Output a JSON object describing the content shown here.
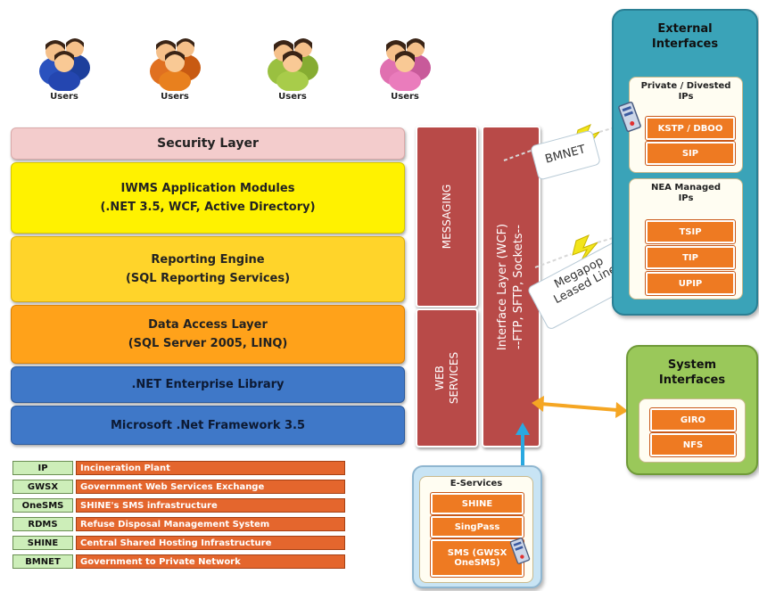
{
  "users": [
    {
      "label": "Users",
      "shirt": "#2a52be",
      "hair": "#3a2416"
    },
    {
      "label": "Users",
      "shirt": "#e07020",
      "hair": "#3a2416"
    },
    {
      "label": "Users",
      "shirt": "#9ac040",
      "hair": "#3a2416"
    },
    {
      "label": "Users",
      "shirt": "#e070b0",
      "hair": "#3a2416"
    }
  ],
  "layers": {
    "security": {
      "line1": "Security Layer",
      "color": "#f3cccc"
    },
    "iwms": {
      "line1": "IWMS Application Modules",
      "line2": "(.NET 3.5, WCF, Active Directory)",
      "color": "#fff200"
    },
    "reporting": {
      "line1": "Reporting Engine",
      "line2": "(SQL Reporting Services)",
      "color": "#ffd42a"
    },
    "data_access": {
      "line1": "Data Access Layer",
      "line2": "(SQL Server 2005, LINQ)",
      "color": "#ffa21a"
    },
    "enterprise": {
      "line1": ".NET Enterprise Library",
      "color": "#3f78c8"
    },
    "framework": {
      "line1": "Microsoft .Net Framework 3.5",
      "color": "#3f78c8"
    }
  },
  "bars": {
    "messaging": "MESSAGING",
    "web_services_1": "WEB",
    "web_services_2": "SERVICES",
    "interface_1": "Interface Layer (WCF)",
    "interface_2": "--FTP, SFTP, Sockets--"
  },
  "external": {
    "title_1": "External",
    "title_2": "Interfaces",
    "private_title_1": "Private / Divested",
    "private_title_2": "IPs",
    "private_items": [
      "KSTP / DBOO",
      "SIP"
    ],
    "nea_title_1": "NEA Managed",
    "nea_title_2": "IPs",
    "nea_items": [
      "TSIP",
      "TIP",
      "UPIP"
    ]
  },
  "links": {
    "bmnet": "BMNET",
    "megapop_1": "Megapop",
    "megapop_2": "Leased Line"
  },
  "system": {
    "title_1": "System",
    "title_2": "Interfaces",
    "items": [
      "GIRO",
      "NFS"
    ]
  },
  "eservices": {
    "title": "E-Services",
    "items": [
      "SHINE",
      "SingPass"
    ],
    "sms_1": "SMS (GWSX",
    "sms_2": "OneSMS)"
  },
  "legend": [
    {
      "abbr": "IP",
      "desc": "Incineration Plant"
    },
    {
      "abbr": "GWSX",
      "desc": "Government Web Services Exchange"
    },
    {
      "abbr": "OneSMS",
      "desc": "SHINE's SMS infrastructure"
    },
    {
      "abbr": "RDMS",
      "desc": "Refuse Disposal Management System"
    },
    {
      "abbr": "SHINE",
      "desc": "Central Shared Hosting Infrastructure"
    },
    {
      "abbr": "BMNET",
      "desc": "Government to Private Network"
    }
  ],
  "colors": {
    "bar_red": "#b84a48",
    "external_panel": "#3aa3b8",
    "system_panel": "#9ac85a",
    "eservices_panel": "#c8e4f4",
    "orange_item": "#ee7a22",
    "arrow_orange": "#f5a623",
    "arrow_blue": "#2aa8e0"
  }
}
